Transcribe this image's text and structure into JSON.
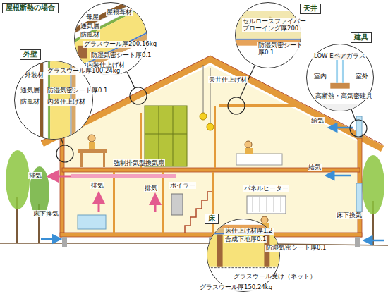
{
  "diagram": {
    "nodes": [
      {
        "text": [
          "屋根断熱の場合",
          "母屋",
          "屋根葺材",
          "通気層",
          "防風材",
          "グラスウール厚200.16kg",
          "防湿気密シート厚0.1",
          "内装仕上げ材"
        ]
      },
      {
        "text": [
          "天井",
          "セルロースファイバー ブローイング厚200",
          "防湿気密シート 厚0.1"
        ]
      },
      {
        "text": [
          "建具",
          "LOW-Eペアガラス",
          "室内",
          "室外",
          "高断熱・高気密建具"
        ]
      },
      {
        "text": [
          "外壁",
          "外装材",
          "グラスウール厚100.24kg",
          "通気層",
          "防風材",
          "防湿気密シート厚0.1",
          "内装仕上げ材"
        ]
      },
      {
        "text": [
          "床",
          "床仕上げ材厚1.2",
          "合成下地厚0.1",
          "防湿気密シート厚0.1",
          "グラスウール受け（ネット）",
          "グラスウール厚150.24kg"
        ]
      }
    ],
    "labels": [
      "天井仕上げ材",
      "給気",
      "強制排気型換気扇",
      "排気",
      "排気",
      "排気",
      "ボイラー",
      "パネルヒーター",
      "給気",
      "床下換気",
      "床下換気"
    ]
  }
}
